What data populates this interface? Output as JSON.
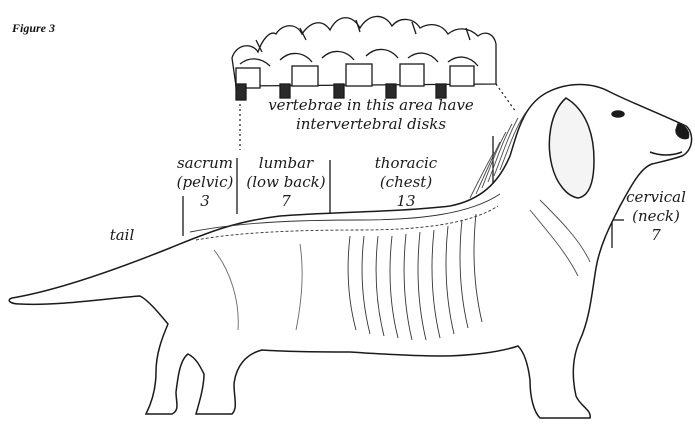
{
  "figure_label": "Figure 3",
  "disk_note": {
    "line1": "vertebrae in this area have",
    "line2": "intervertebral disks"
  },
  "regions": {
    "sacrum": {
      "name": "sacrum",
      "sub": "(pelvic)",
      "count": "3"
    },
    "lumbar": {
      "name": "lumbar",
      "sub": "(low back)",
      "count": "7"
    },
    "thoracic": {
      "name": "thoracic",
      "sub": "(chest)",
      "count": "13"
    },
    "cervical": {
      "name": "cervical",
      "sub": "(neck)",
      "count": "7"
    },
    "tail": {
      "name": "tail"
    }
  },
  "colors": {
    "ink": "#1a1a1a",
    "paper": "#ffffff",
    "shade": "#6b6b6b"
  }
}
